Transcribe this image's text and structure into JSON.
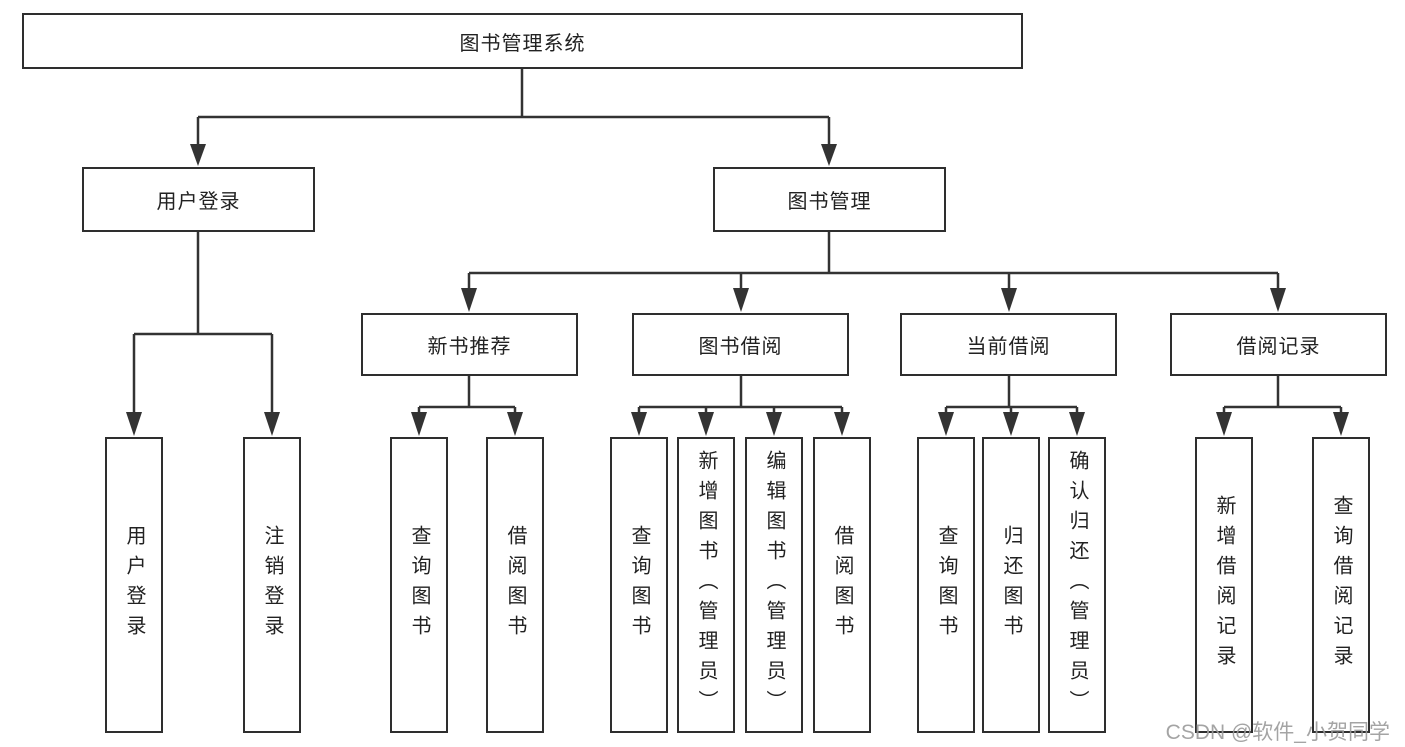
{
  "tree": {
    "label": "图书管理系统",
    "children": [
      {
        "label": "用户登录",
        "children": [
          {
            "label": "用户登录"
          },
          {
            "label": "注销登录"
          }
        ]
      },
      {
        "label": "图书管理",
        "children": [
          {
            "label": "新书推荐",
            "children": [
              {
                "label": "查询图书"
              },
              {
                "label": "借阅图书"
              }
            ]
          },
          {
            "label": "图书借阅",
            "children": [
              {
                "label": "查询图书"
              },
              {
                "label": "新增图书（管理员）"
              },
              {
                "label": "编辑图书（管理员）"
              },
              {
                "label": "借阅图书"
              }
            ]
          },
          {
            "label": "当前借阅",
            "children": [
              {
                "label": "查询图书"
              },
              {
                "label": "归还图书"
              },
              {
                "label": "确认归还（管理员）"
              }
            ]
          },
          {
            "label": "借阅记录",
            "children": [
              {
                "label": "新增借阅记录"
              },
              {
                "label": "查询借阅记录"
              }
            ]
          }
        ]
      }
    ]
  },
  "watermark": "CSDN @软件_小贺同学",
  "colors": {
    "line": "#333333",
    "box_border": "#2e2e2e",
    "text": "#222222",
    "watermark": "#9b9b9b",
    "background": "#ffffff"
  }
}
